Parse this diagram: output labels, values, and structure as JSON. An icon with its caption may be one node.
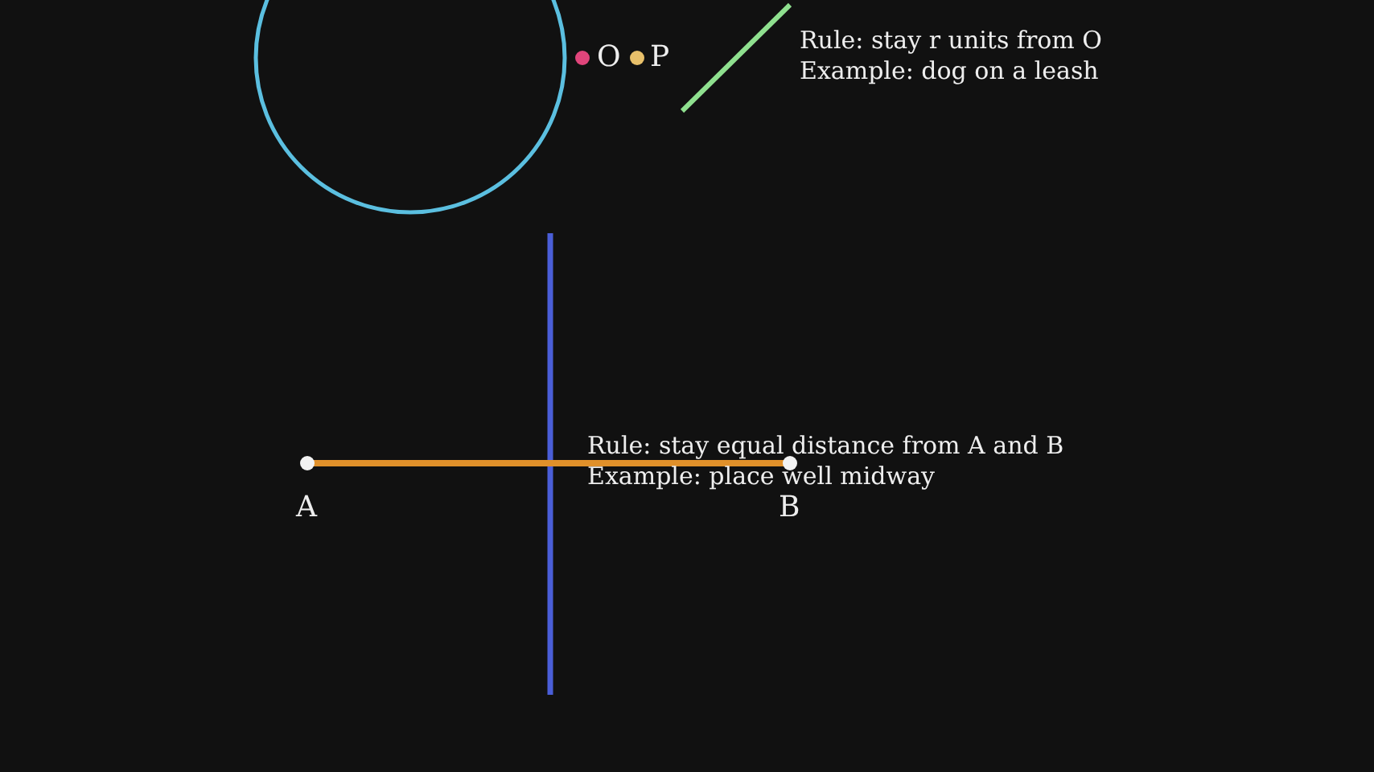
{
  "diagram": {
    "labels": [
      "O",
      "P",
      "Rule: stay r units from O",
      "Example: dog on a leash",
      "Rule: stay equal distance from A and B",
      "Example: place well midway",
      "A",
      "B"
    ]
  }
}
